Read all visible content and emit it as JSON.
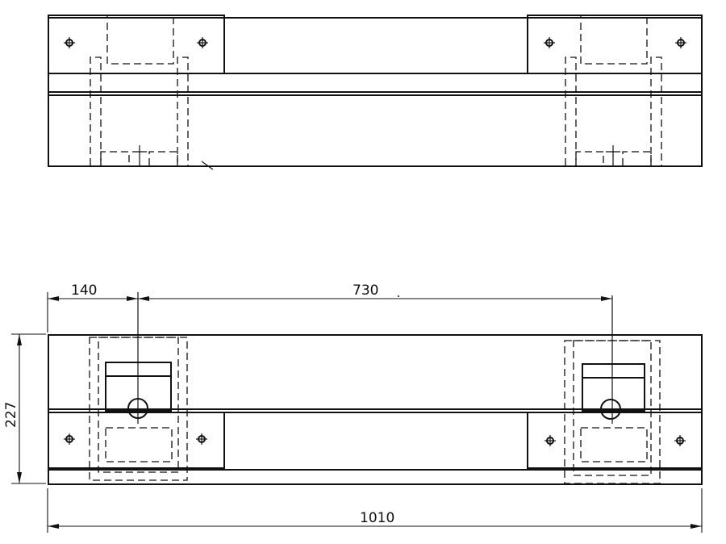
{
  "drawing": {
    "dimensions": {
      "left_offset": "140",
      "center_spacing": "730",
      "height": "227",
      "overall_length": "1010"
    }
  }
}
